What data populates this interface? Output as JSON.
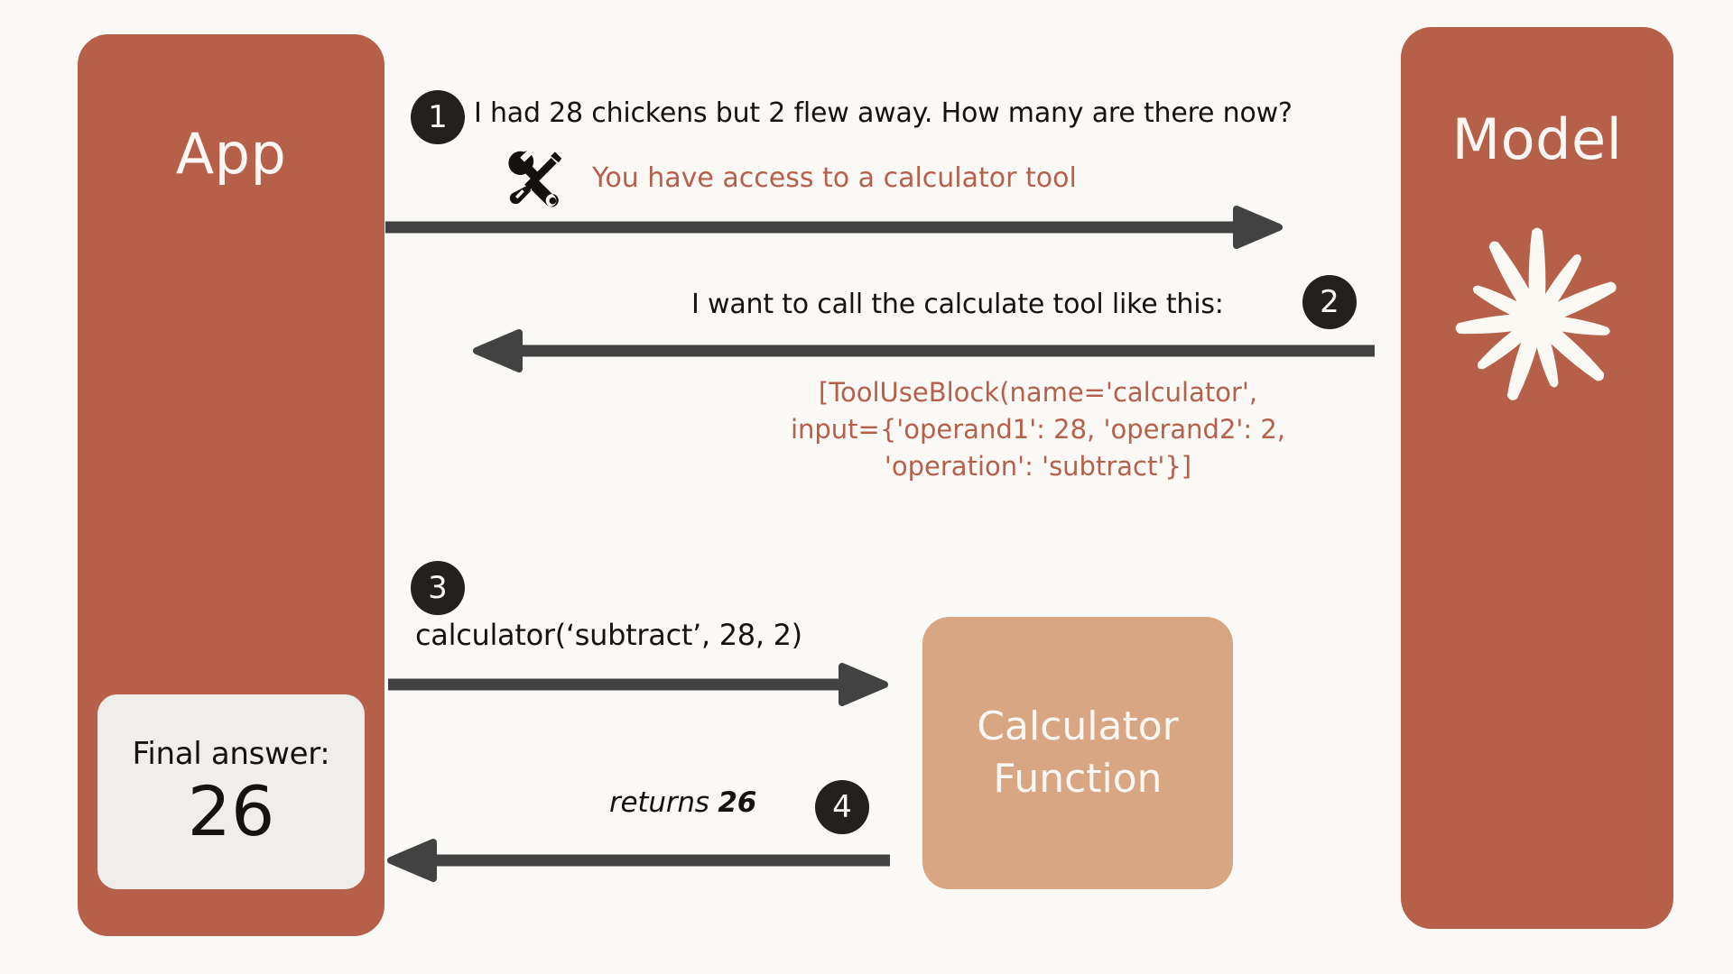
{
  "diagram": {
    "title": "Tool use flow between App, Model and Calculator Function",
    "background_color": "#FAF9F6"
  },
  "colors": {
    "panel": "#B6604A",
    "accent_text": "#B6604A",
    "arrow": "#424242",
    "badge": "#23201D",
    "calculator_box": "#D8A683",
    "answer_card": "#EFEEEA",
    "body_text": "#15130F",
    "panel_text": "#FAF6F1"
  },
  "app_panel": {
    "title": "App",
    "final_answer": {
      "label": "Final answer:",
      "value": "26"
    }
  },
  "model_panel": {
    "title": "Model",
    "logo_icon": "anthropic-starburst-icon"
  },
  "calculator_box": {
    "line1": "Calculator",
    "line2": "Function"
  },
  "steps": [
    {
      "number": "1",
      "direction": "app-to-model",
      "message": "I had 28 chickens but 2 flew away. How many are there now?",
      "tool_note": "You have access to a calculator tool",
      "tool_icon": "tools-icon"
    },
    {
      "number": "2",
      "direction": "model-to-app",
      "message": "I want to call the calculate tool like this:",
      "code_lines": [
        "[ToolUseBlock(name='calculator',",
        "input={'operand1': 28, 'operand2': 2,",
        "'operation': 'subtract'}]"
      ]
    },
    {
      "number": "3",
      "direction": "app-to-calculator",
      "message": "calculator(‘subtract’, 28, 2)"
    },
    {
      "number": "4",
      "direction": "calculator-to-app",
      "message_prefix": "returns ",
      "message_value": "26"
    }
  ]
}
